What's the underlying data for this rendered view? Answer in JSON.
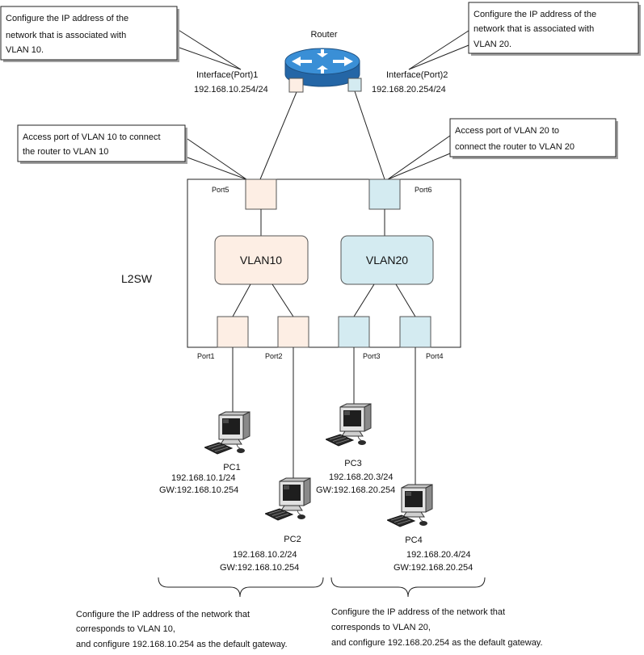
{
  "router": {
    "label": "Router",
    "interface1": {
      "name": "Interface(Port)1",
      "ip": "192.168.10.254/24"
    },
    "interface2": {
      "name": "Interface(Port)2",
      "ip": "192.168.20.254/24"
    }
  },
  "callouts": {
    "vlan10_interface": [
      "Configure the IP address of the",
      "network that is associated with",
      "VLAN 10."
    ],
    "vlan20_interface": [
      "Configure the IP address of the",
      "network that is associated with",
      "VLAN 20."
    ],
    "vlan10_access_port": [
      "Access port of VLAN 10 to connect",
      "the router to VLAN 10"
    ],
    "vlan20_access_port": [
      "Access port of VLAN 20 to",
      "connect the router to VLAN 20"
    ]
  },
  "switch": {
    "label": "L2SW",
    "vlan10": "VLAN10",
    "vlan20": "VLAN20",
    "ports": {
      "port1": "Port1",
      "port2": "Port2",
      "port3": "Port3",
      "port4": "Port4",
      "port5": "Port5",
      "port6": "Port6"
    }
  },
  "pcs": [
    {
      "name": "PC1",
      "ip": "192.168.10.1/24",
      "gateway": "GW:192.168.10.254"
    },
    {
      "name": "PC2",
      "ip": "192.168.10.2/24",
      "gateway": "GW:192.168.10.254"
    },
    {
      "name": "PC3",
      "ip": "192.168.20.3/24",
      "gateway": "GW:192.168.20.254"
    },
    {
      "name": "PC4",
      "ip": "192.168.20.4/24",
      "gateway": "GW:192.168.20.254"
    }
  ],
  "notes": {
    "vlan10": [
      "Configure the IP address of the network that",
      "corresponds to VLAN 10,",
      "and configure 192.168.10.254 as the default gateway."
    ],
    "vlan20": [
      "Configure the IP address of the network that",
      "corresponds to VLAN 20,",
      "and configure 192.168.20.254 as the default gateway."
    ]
  },
  "colors": {
    "vlan10": "#fdeee4",
    "vlan20": "#d4ebf1",
    "router": "#3a8fd6"
  }
}
